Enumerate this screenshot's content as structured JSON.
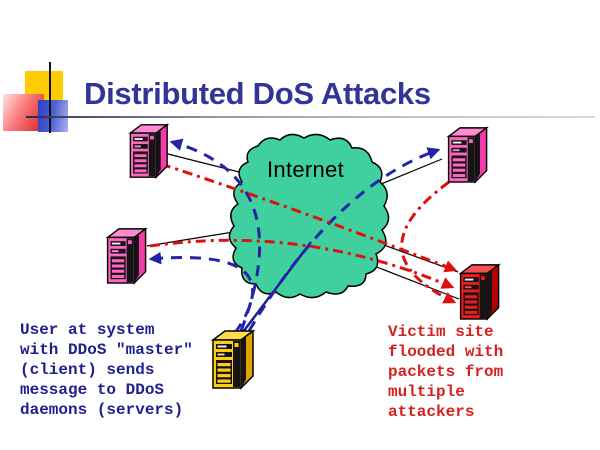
{
  "slide": {
    "title": "Distributed DoS Attacks",
    "cloud": {
      "label": "Internet",
      "fill": "#40d0a0"
    },
    "notes": {
      "master": {
        "color": "#1f1f8f",
        "lines": [
          "User at system",
          "with DDoS \"master\"",
          "(client) sends",
          "message to DDoS",
          "daemons (servers)"
        ]
      },
      "victim": {
        "color": "#d42222",
        "lines": [
          "Victim site",
          "flooded with",
          "packets from",
          "multiple",
          "attackers"
        ]
      }
    },
    "nodes": [
      {
        "id": "daemon-computer-top-left",
        "color": "#ff66c4"
      },
      {
        "id": "daemon-computer-mid-left",
        "color": "#ff66c4"
      },
      {
        "id": "daemon-computer-top-right",
        "color": "#ff66c4"
      },
      {
        "id": "master-computer-bottom",
        "color": "#ffcc11"
      },
      {
        "id": "victim-computer-right",
        "color": "#ee1c1c"
      }
    ],
    "colors": {
      "title": "#333399",
      "accent_yellow": "#ffcc00",
      "accent_blue": "#2c3ec2",
      "accent_pink": "#e03a3a",
      "command_arrow_blue": "#2222aa",
      "attack_arrow_red": "#dd1111",
      "network_link_black": "#000000",
      "cloud_green": "#40d0a0"
    }
  }
}
